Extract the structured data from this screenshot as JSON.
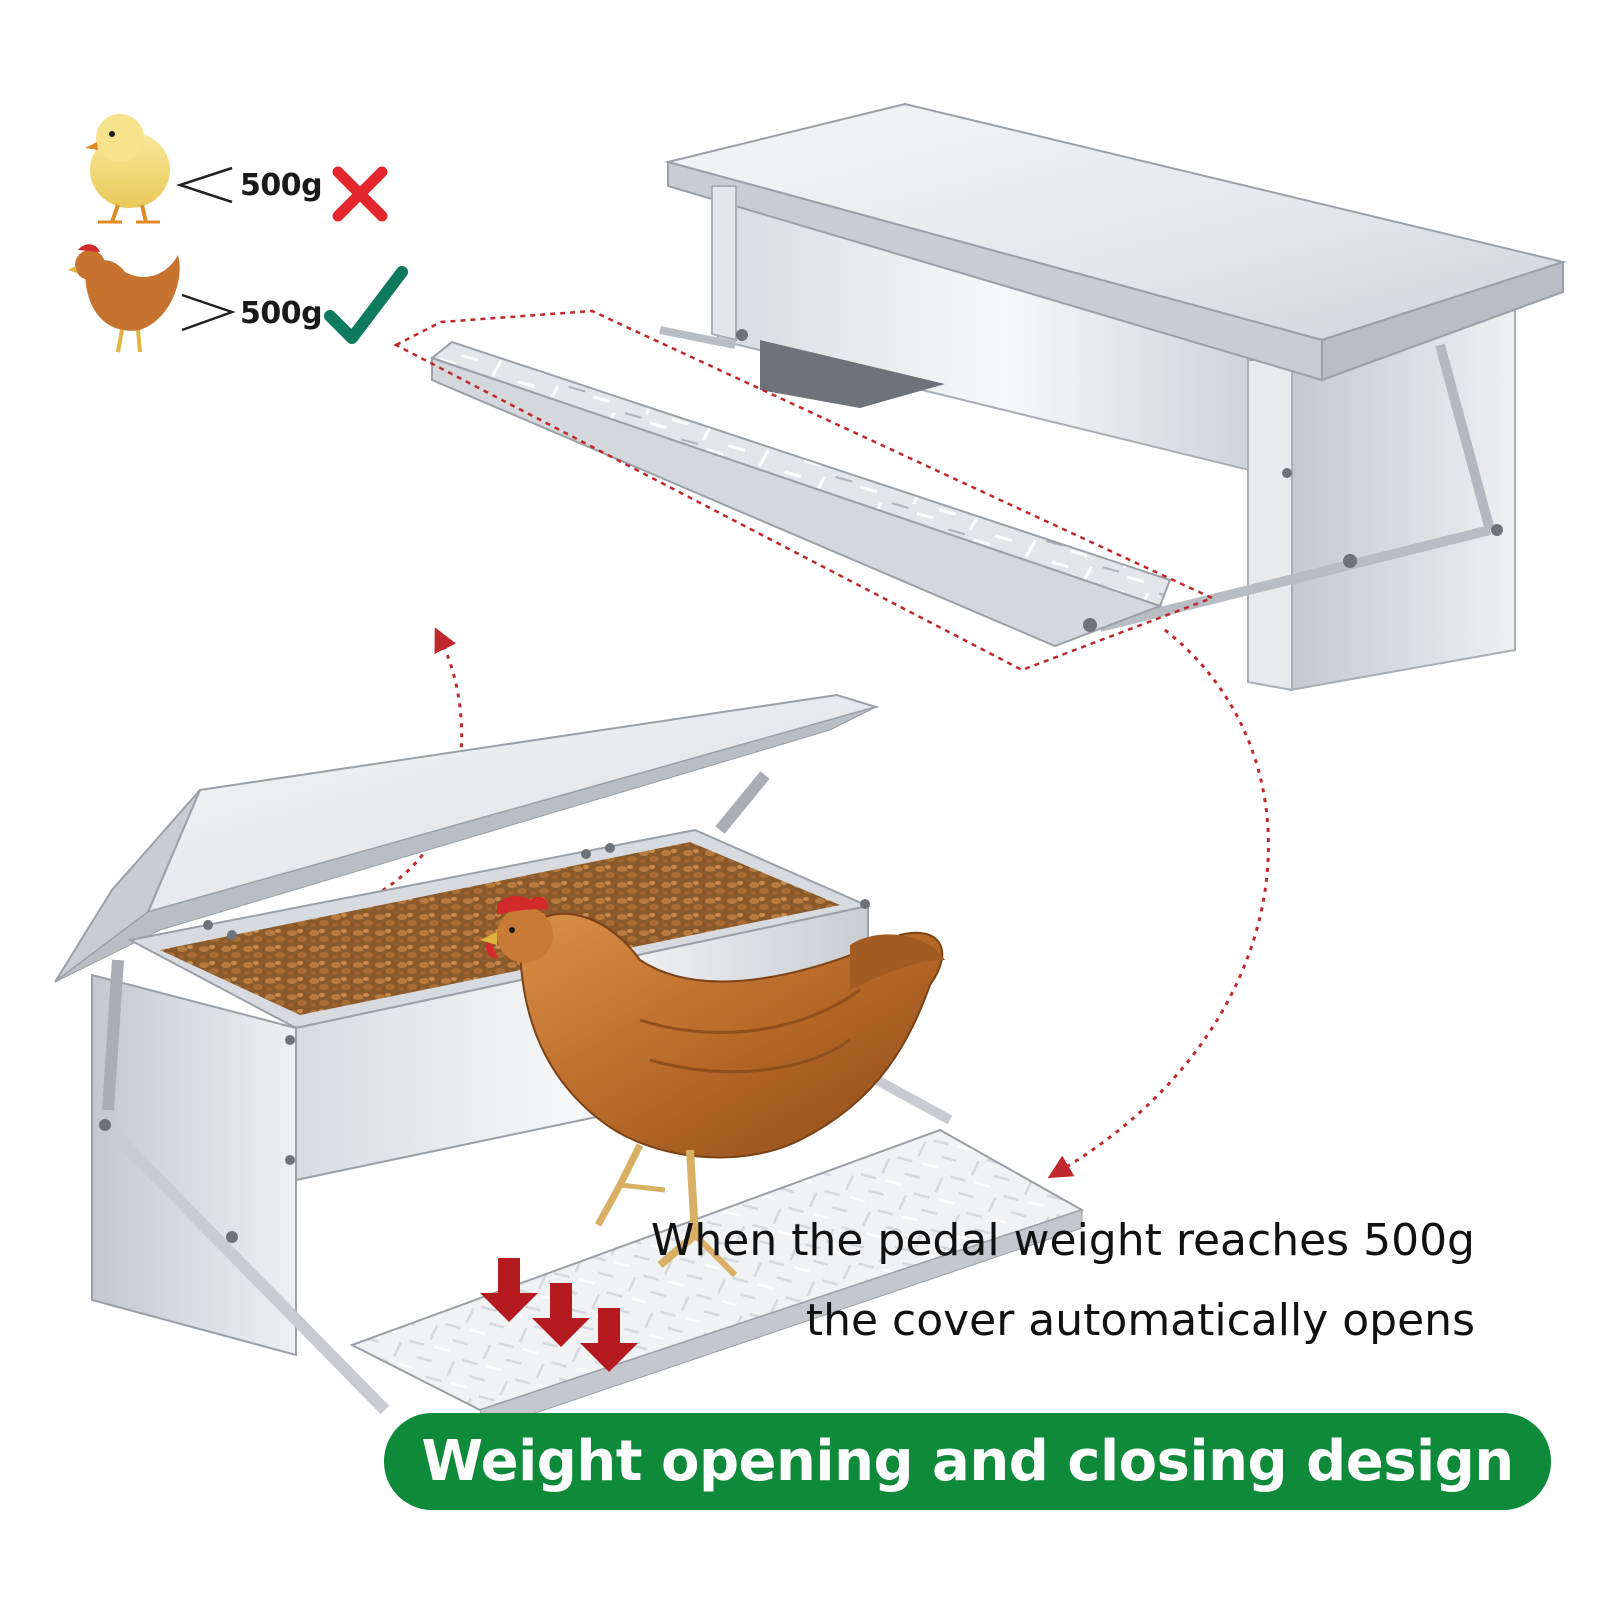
{
  "legend": {
    "chick": {
      "symbol": "<",
      "weight": "500g",
      "mark_color": "#e3262c",
      "icon": "cross-icon"
    },
    "hen": {
      "symbol": ">",
      "weight": "500g",
      "mark_color": "#0d7a5f",
      "icon": "check-icon"
    }
  },
  "caption": {
    "line1": "When the pedal weight reaches 500g",
    "line2": "the cover automatically opens"
  },
  "banner": {
    "text": "Weight opening and closing design",
    "color": "#0e8a3a"
  },
  "colors": {
    "arrow_dotted": "#c0282e",
    "down_arrows": "#b51a1f",
    "metal_light": "#eef0f2",
    "metal_dark": "#b7bcc2",
    "hen": "#c97a35"
  }
}
